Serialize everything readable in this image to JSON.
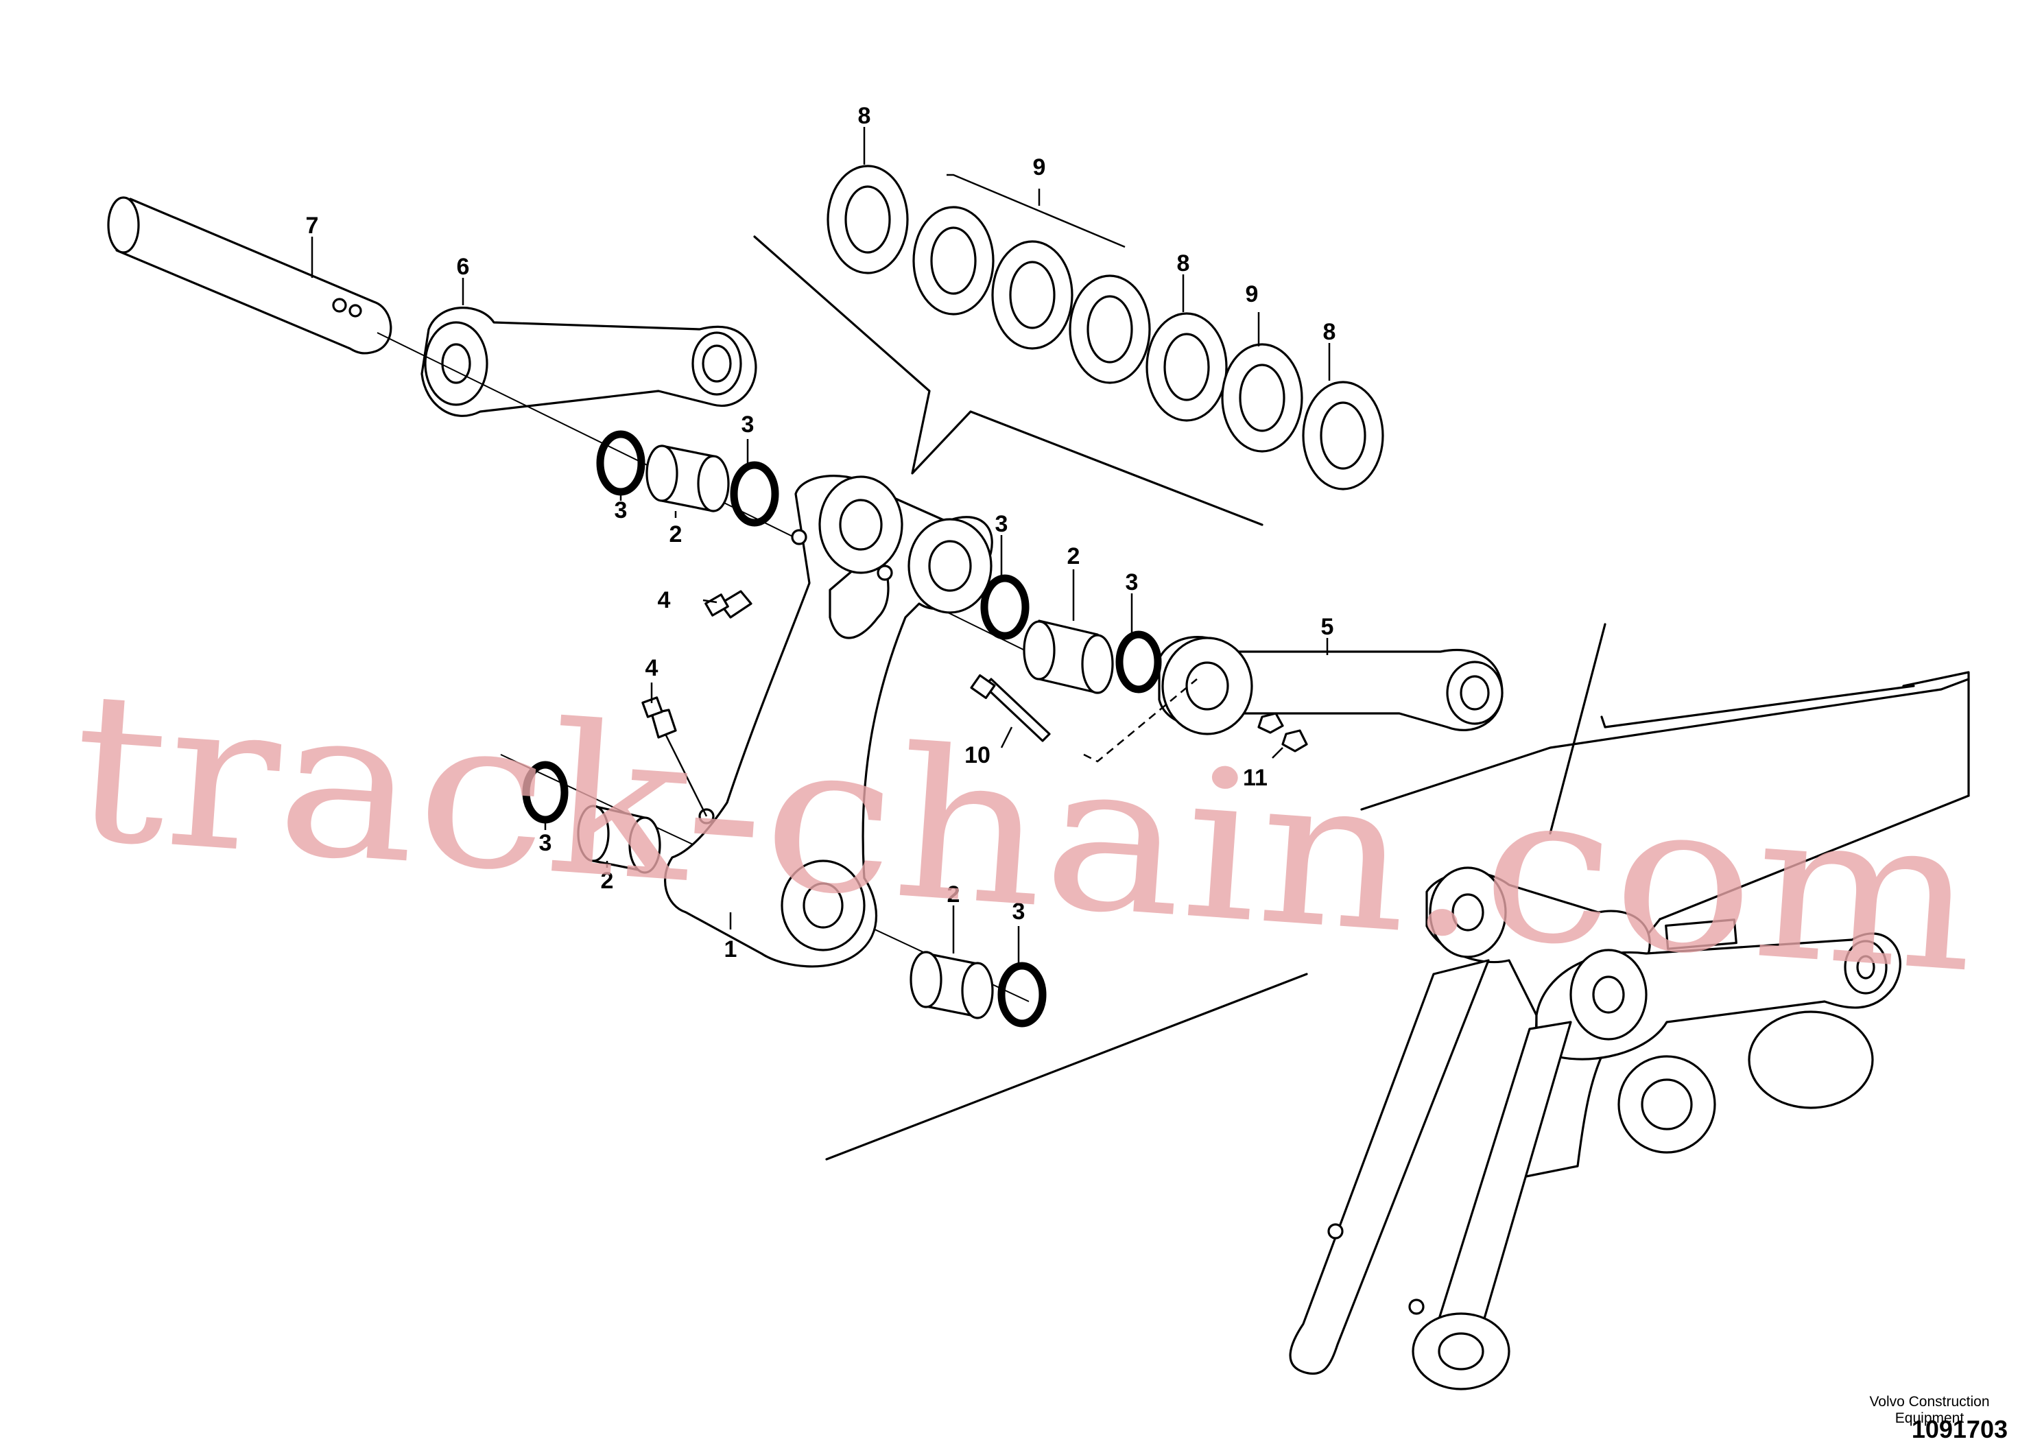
{
  "diagram": {
    "callouts": [
      {
        "id": "c1",
        "text": "1"
      },
      {
        "id": "c2a",
        "text": "2"
      },
      {
        "id": "c2b",
        "text": "2"
      },
      {
        "id": "c2c",
        "text": "2"
      },
      {
        "id": "c2d",
        "text": "2"
      },
      {
        "id": "c3a",
        "text": "3"
      },
      {
        "id": "c3b",
        "text": "3"
      },
      {
        "id": "c3c",
        "text": "3"
      },
      {
        "id": "c3d",
        "text": "3"
      },
      {
        "id": "c3e",
        "text": "3"
      },
      {
        "id": "c3f",
        "text": "3"
      },
      {
        "id": "c4a",
        "text": "4"
      },
      {
        "id": "c4b",
        "text": "4"
      },
      {
        "id": "c5",
        "text": "5"
      },
      {
        "id": "c6",
        "text": "6"
      },
      {
        "id": "c7",
        "text": "7"
      },
      {
        "id": "c8a",
        "text": "8"
      },
      {
        "id": "c8b",
        "text": "8"
      },
      {
        "id": "c8c",
        "text": "8"
      },
      {
        "id": "c9a",
        "text": "9"
      },
      {
        "id": "c9b",
        "text": "9"
      },
      {
        "id": "c10",
        "text": "10"
      },
      {
        "id": "c11",
        "text": "11"
      }
    ],
    "watermark": "track-chain.com",
    "brand": "Volvo Construction Equipment",
    "brand_line1": "Volvo Construction",
    "brand_line2": "Equipment",
    "document_number": "1091703"
  }
}
